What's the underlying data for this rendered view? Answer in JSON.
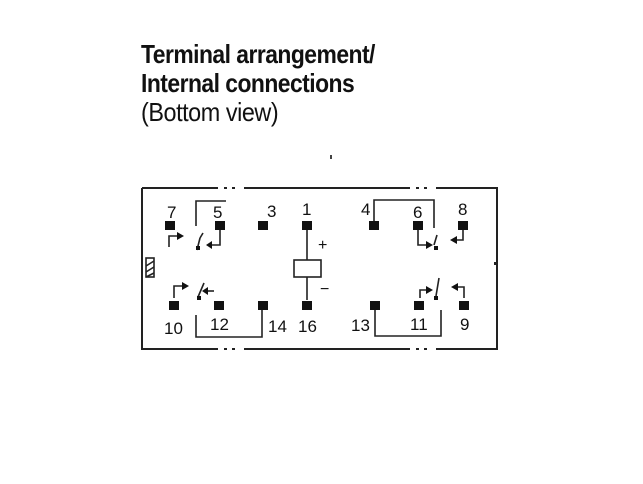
{
  "heading": {
    "line1": "Terminal arrangement/",
    "line2": "Internal connections",
    "line3": "(Bottom view)"
  },
  "terminals": {
    "t1": "1",
    "t3": "3",
    "t4": "4",
    "t5": "5",
    "t6": "6",
    "t7": "7",
    "t8": "8",
    "t9": "9",
    "t10": "10",
    "t11": "11",
    "t12": "12",
    "t13": "13",
    "t14": "14",
    "t16": "16"
  },
  "polarity": {
    "plus": "+",
    "minus": "−"
  }
}
